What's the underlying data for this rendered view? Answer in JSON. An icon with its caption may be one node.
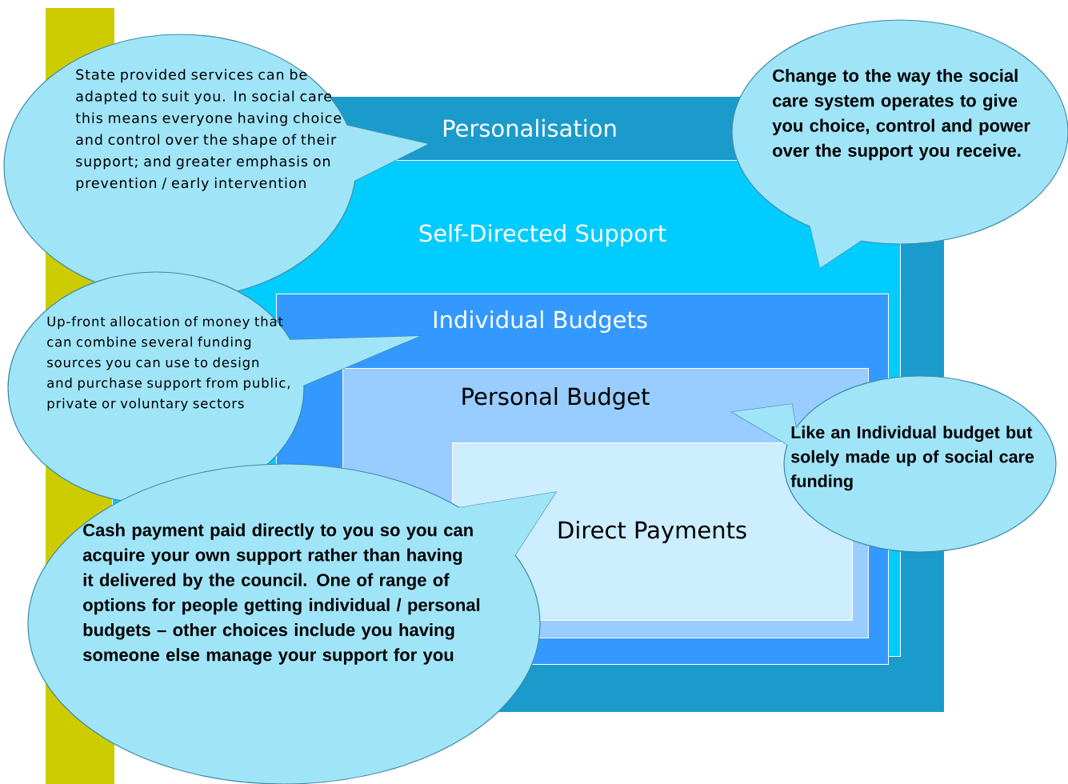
{
  "diagram": {
    "nodes": [
      {
        "text": [
          "Personalisation"
        ]
      },
      {
        "text": [
          "Self-Directed Support"
        ],
        "in": 0
      },
      {
        "text": [
          "Individual Budgets"
        ],
        "in": 1
      },
      {
        "text": [
          "Personal Budget"
        ],
        "in": 2
      },
      {
        "text": [
          "Direct Payments"
        ],
        "in": 3
      },
      {
        "text": [
          "State provided services can be adapted to suit you. In social care this means everyone having choice and control over the shape of their support; and greater emphasis on prevention / early intervention"
        ]
      },
      {
        "text": [
          "Change to the way the social care system operates to give you choice, control and power over the support you receive."
        ]
      },
      {
        "text": [
          "Up-front allocation of money that can combine several funding sources you can use to design and purchase support from public, private or voluntary sectors"
        ]
      },
      {
        "text": [
          "Like an Individual budget but solely made up of social care funding"
        ]
      },
      {
        "text": [
          "Cash payment paid directly to you so you can acquire your own support rather than having it delivered by the council.  One of range of options for people getting individual / personal budgets – other choices include you having someone else manage your support for you"
        ]
      }
    ]
  }
}
